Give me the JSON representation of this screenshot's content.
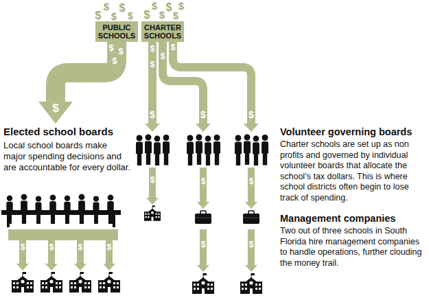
{
  "diagram": {
    "nodes": [
      {
        "text": [
          "PUBLIC SCHOOLS"
        ]
      },
      {
        "text": [
          "CHARTER SCHOOLS"
        ]
      }
    ],
    "labels": [
      "$",
      "$",
      "$",
      "$",
      "$",
      "$",
      "$",
      "$",
      "$",
      "$",
      "$",
      "$",
      "$",
      "$",
      "$",
      "$",
      "$",
      "$",
      "$",
      "$",
      "$",
      "$",
      "Elected school boards",
      "Local school boards make major spending decisions and are accountable for every dollar.",
      "Volunteer governing boards",
      "Charter schools are set up as non profits and governed by individual volunteer boards that allocate the school’s tax dollars. This is where school districts often begin to lose track of spending.",
      "$",
      "$",
      "$",
      "Management companies",
      "Two out of three schools in South Florida hire management companies to handle operations, further clouding the money trail.",
      "$",
      "$",
      "$",
      "$",
      "$",
      "$"
    ]
  }
}
